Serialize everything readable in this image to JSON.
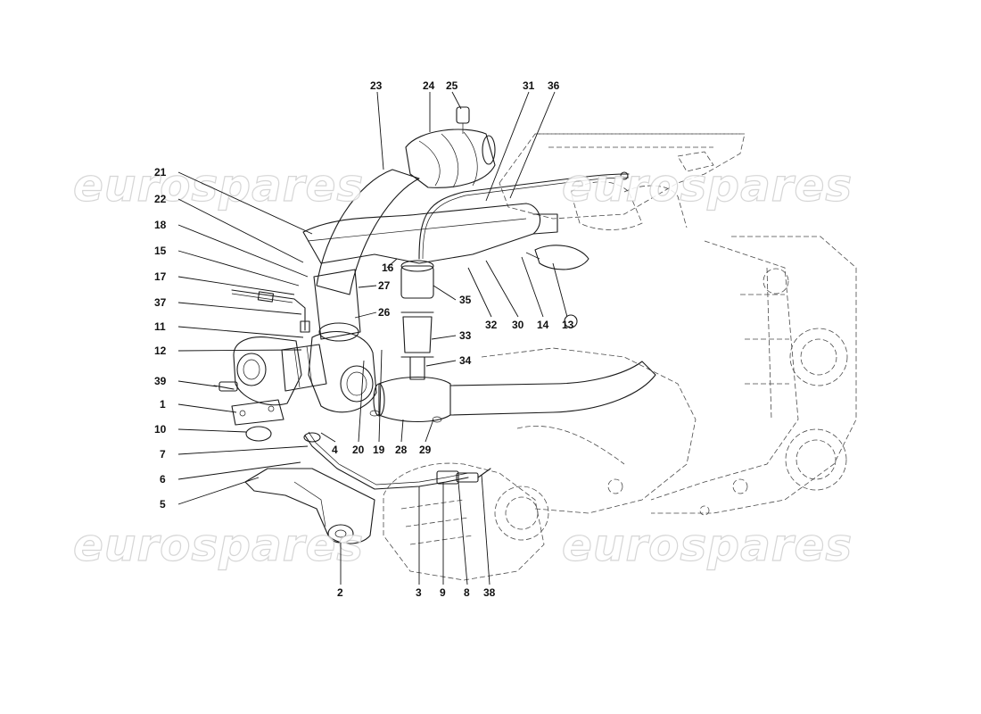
{
  "diagram": {
    "watermark": "eurospares",
    "callouts": [
      "1",
      "2",
      "3",
      "4",
      "5",
      "6",
      "7",
      "8",
      "9",
      "10",
      "11",
      "12",
      "13",
      "14",
      "15",
      "16",
      "17",
      "18",
      "19",
      "20",
      "21",
      "22",
      "23",
      "24",
      "25",
      "26",
      "27",
      "28",
      "29",
      "30",
      "31",
      "32",
      "33",
      "34",
      "35",
      "36",
      "37",
      "38",
      "39"
    ]
  },
  "colors": {
    "ink": "#1a1a1a",
    "texture": "#777777",
    "watermark_outline": "#cfcfcf",
    "background": "#ffffff"
  }
}
